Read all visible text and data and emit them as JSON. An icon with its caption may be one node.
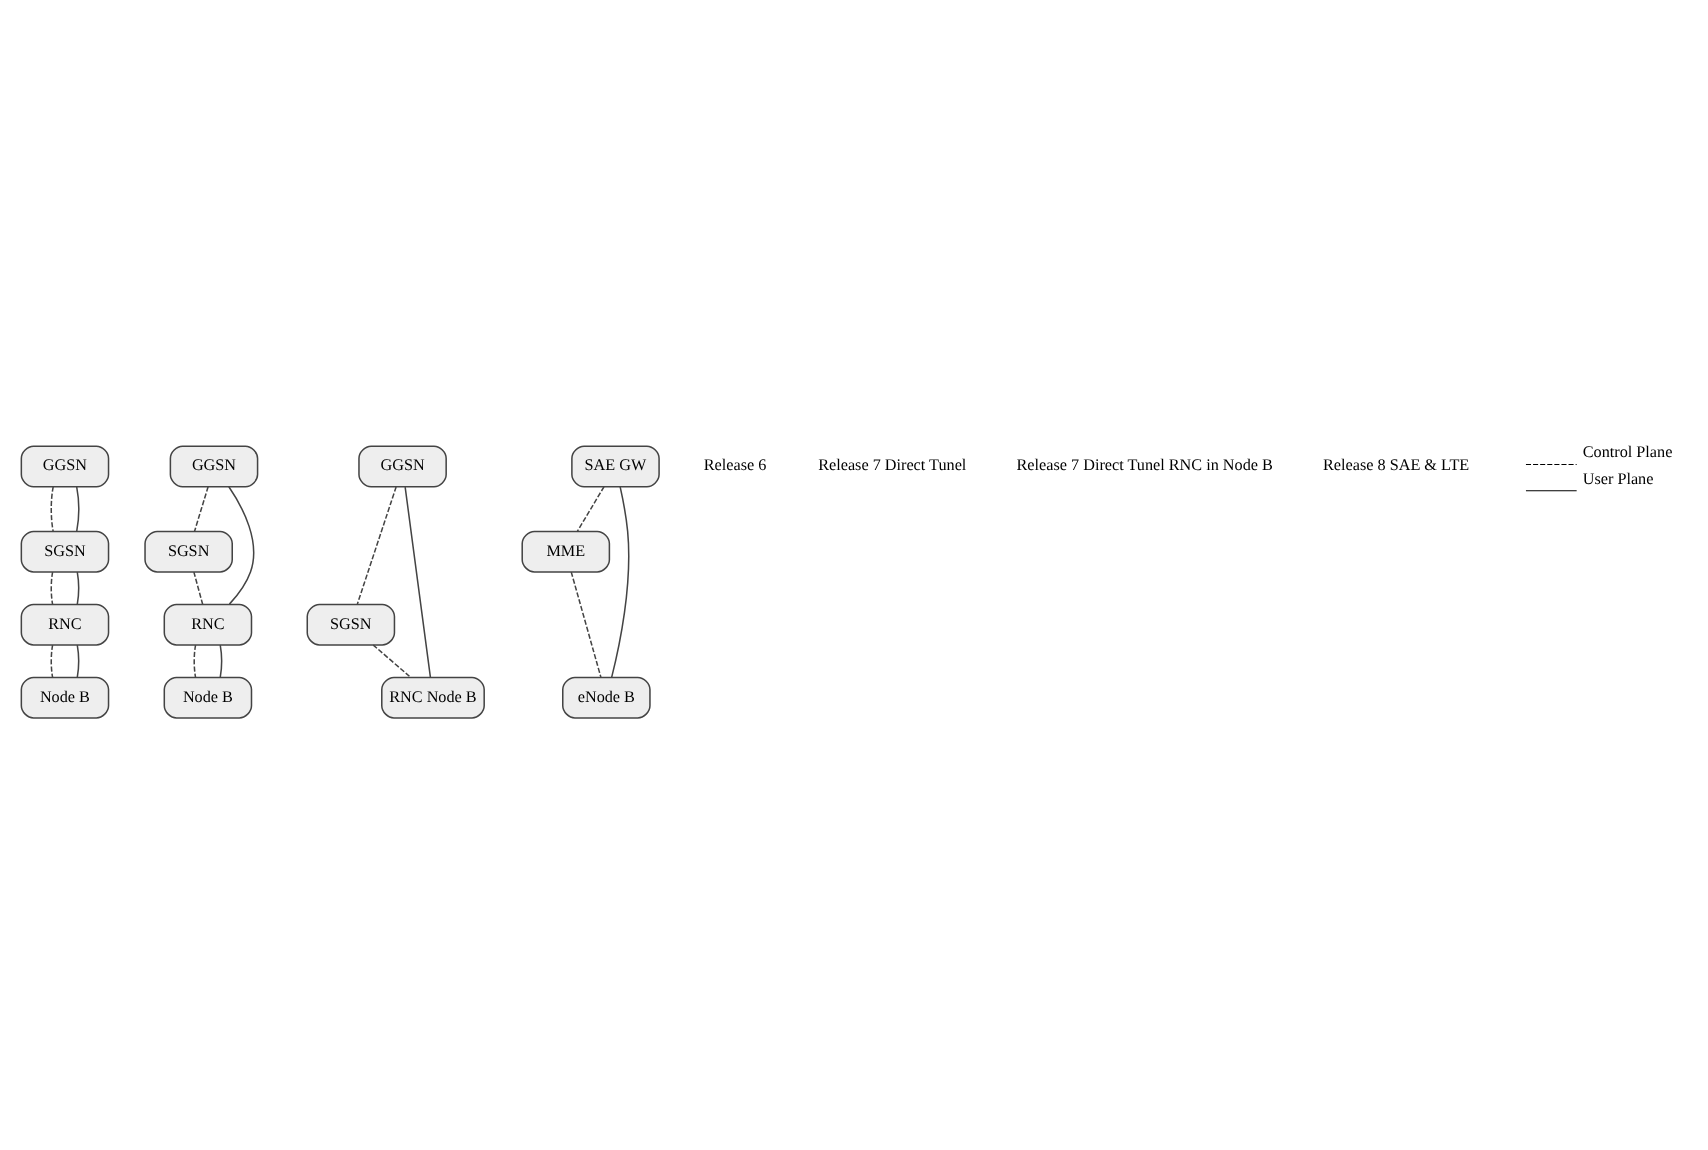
{
  "diagram": {
    "nodes": [
      {
        "text": [
          "GGSN"
        ]
      },
      {
        "text": [
          "SGSN"
        ]
      },
      {
        "text": [
          "RNC"
        ]
      },
      {
        "text": [
          "Node B"
        ]
      },
      {
        "text": [
          "GGSN"
        ]
      },
      {
        "text": [
          "SGSN"
        ]
      },
      {
        "text": [
          "RNC"
        ]
      },
      {
        "text": [
          "Node B"
        ]
      },
      {
        "text": [
          "GGSN"
        ]
      },
      {
        "text": [
          "SGSN"
        ]
      },
      {
        "text": [
          "RNC Node B"
        ]
      },
      {
        "text": [
          "SAE GW"
        ]
      },
      {
        "text": [
          "MME"
        ]
      },
      {
        "text": [
          "eNode B"
        ]
      }
    ],
    "edges": [
      {
        "from": 0,
        "to": 1,
        "arrow": "none",
        "style": "dashed"
      },
      {
        "from": 0,
        "to": 1,
        "arrow": "none"
      },
      {
        "from": 1,
        "to": 2,
        "arrow": "none",
        "style": "dashed"
      },
      {
        "from": 1,
        "to": 2,
        "arrow": "none"
      },
      {
        "from": 2,
        "to": 3,
        "arrow": "none",
        "style": "dashed"
      },
      {
        "from": 2,
        "to": 3,
        "arrow": "none"
      },
      {
        "from": 4,
        "to": 5,
        "arrow": "none",
        "style": "dashed"
      },
      {
        "from": 4,
        "to": 6,
        "arrow": "none"
      },
      {
        "from": 5,
        "to": 6,
        "arrow": "none",
        "style": "dashed"
      },
      {
        "from": 6,
        "to": 7,
        "arrow": "none",
        "style": "dashed"
      },
      {
        "from": 6,
        "to": 7,
        "arrow": "none"
      },
      {
        "from": 8,
        "to": 9,
        "arrow": "none",
        "style": "dashed"
      },
      {
        "from": 8,
        "to": 10,
        "arrow": "none"
      },
      {
        "from": 9,
        "to": 10,
        "arrow": "none",
        "style": "dashed"
      },
      {
        "from": 11,
        "to": 12,
        "arrow": "none",
        "style": "dashed"
      },
      {
        "from": 11,
        "to": 13,
        "arrow": "none"
      },
      {
        "from": 12,
        "to": 13,
        "arrow": "none",
        "style": "dashed"
      }
    ],
    "labels": [
      "Release 6",
      "Release 7 Direct Tunel",
      "Release 7 Direct Tunel RNC in Node B",
      "Release 8 SAE & LTE"
    ],
    "legend": [
      {
        "text": "Control Plane"
      },
      {
        "text": "User Plane"
      }
    ]
  }
}
